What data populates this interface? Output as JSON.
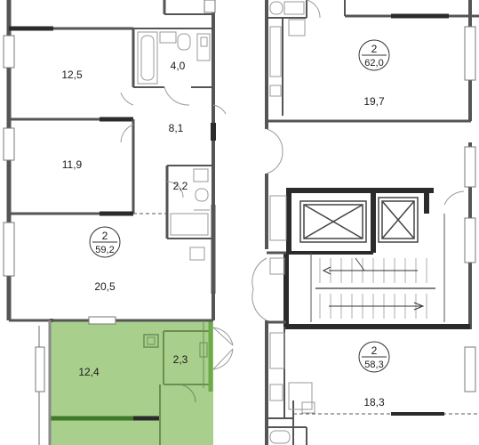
{
  "colors": {
    "wall": "#555555",
    "wall_dark": "#2b2b2b",
    "thin": "#8a8a8a",
    "window": "#ffffff",
    "highlight": "#a9cf8c",
    "highlight_wall": "#6fa94a",
    "fixture": "#9a9a9a"
  },
  "apartments": [
    {
      "id": "left",
      "rooms_label": "2",
      "area": "59,2"
    },
    {
      "id": "right-top",
      "rooms_label": "2",
      "area": "62,0"
    },
    {
      "id": "right-bottom",
      "rooms_label": "2",
      "area": "58,3"
    }
  ],
  "rooms": [
    {
      "id": "left-bedroom-1",
      "area": "12,5"
    },
    {
      "id": "left-bathroom",
      "area": "4,0"
    },
    {
      "id": "left-hall",
      "area": "8,1"
    },
    {
      "id": "left-bedroom-2",
      "area": "11,9"
    },
    {
      "id": "left-wc",
      "area": "2,2"
    },
    {
      "id": "left-living",
      "area": "20,5"
    },
    {
      "id": "right-top-living",
      "area": "19,7"
    },
    {
      "id": "right-bottom-living",
      "area": "18,3"
    },
    {
      "id": "green-room",
      "area": "12,4"
    },
    {
      "id": "green-bath",
      "area": "2,3"
    }
  ]
}
